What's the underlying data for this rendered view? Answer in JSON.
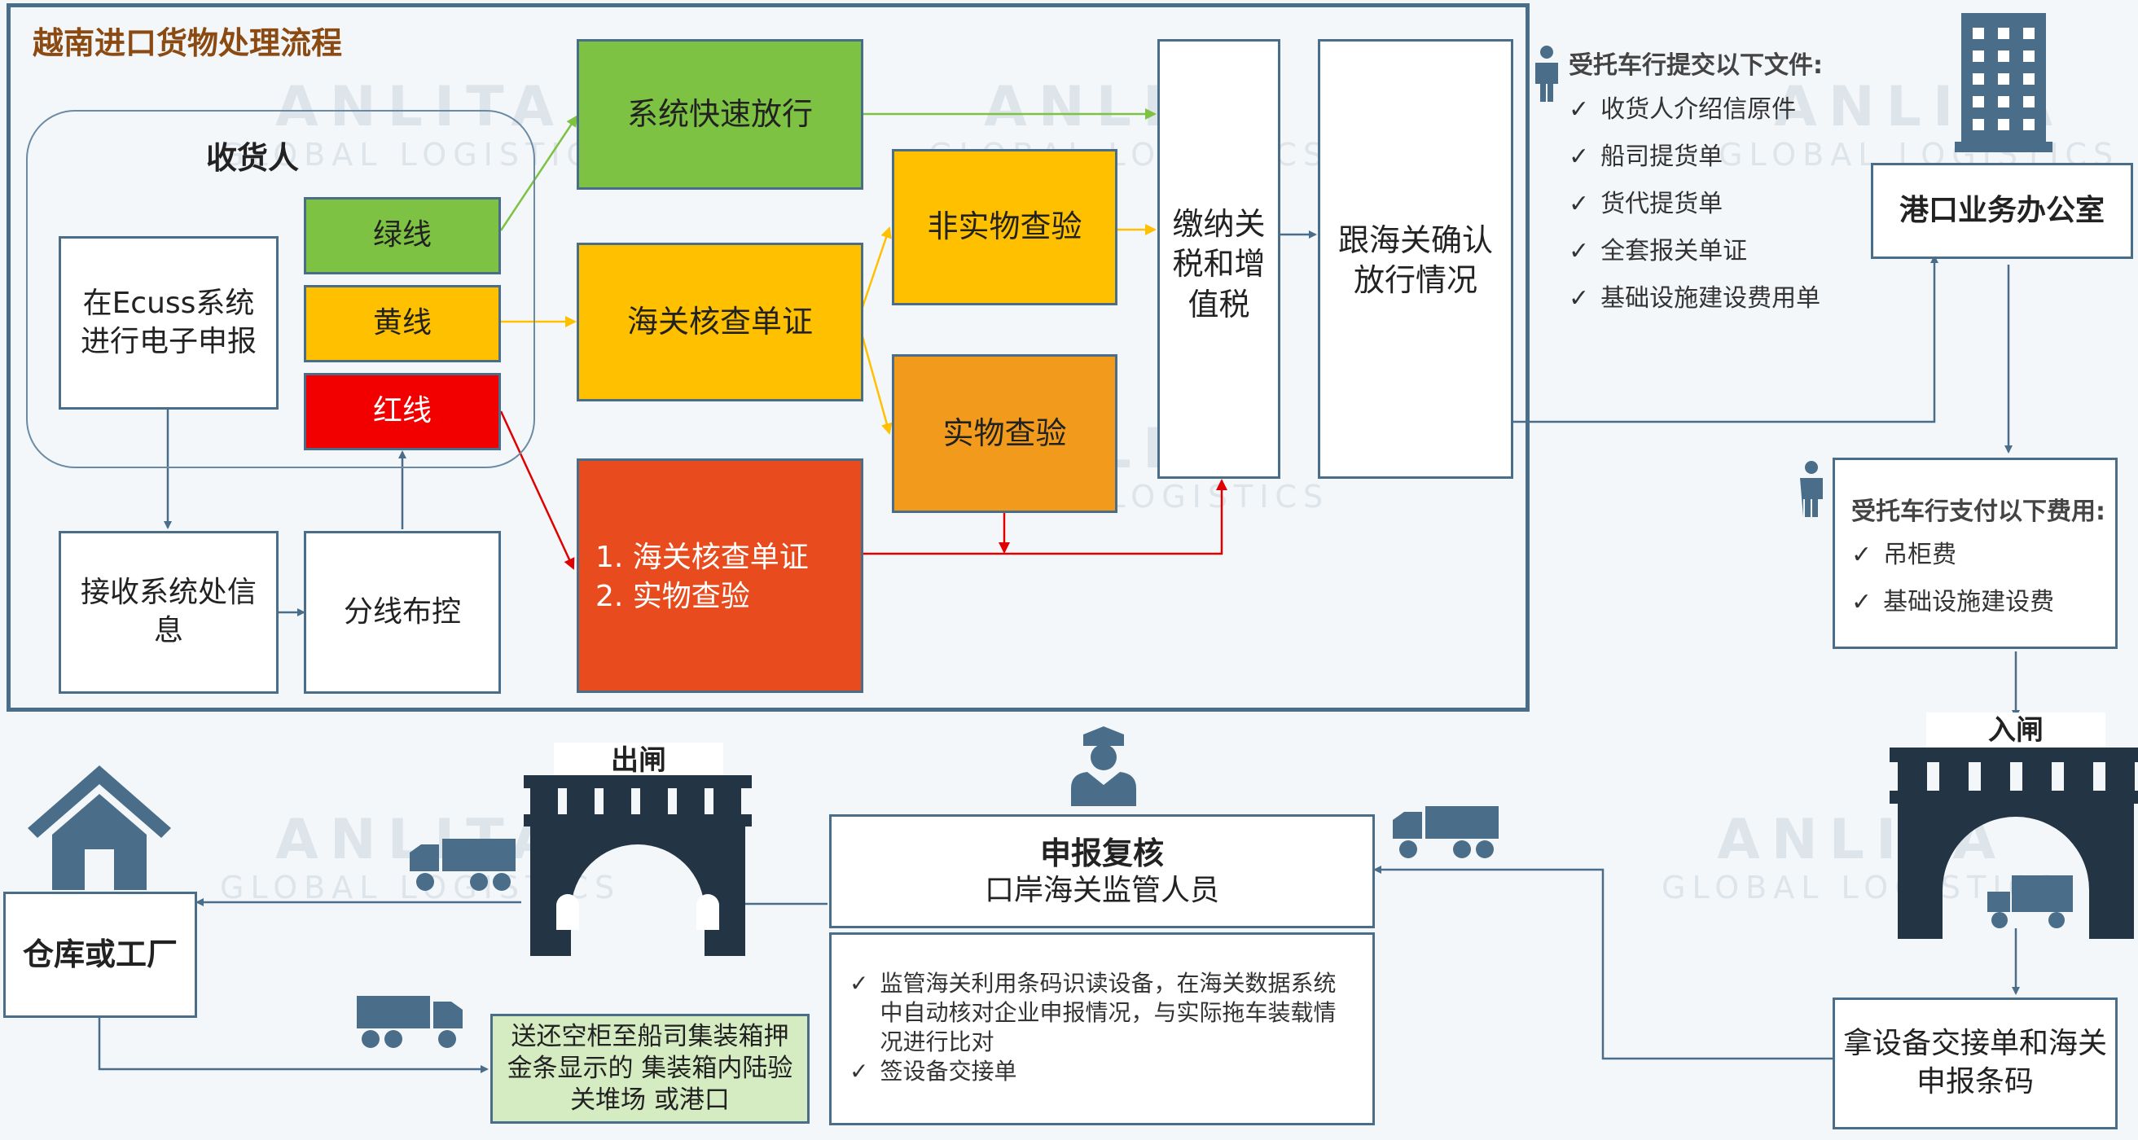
{
  "title": "越南进口货物处理流程",
  "watermark": {
    "brand": "ANLITA",
    "sub": "GLOBAL LOGISTICS"
  },
  "colors": {
    "frame": "#4a6e89",
    "green": "#7dc242",
    "yellow": "#ffc000",
    "orange": "#f29a1c",
    "red": "#f20000",
    "red_box": "#e84c1e",
    "light_green": "#d5ebc1",
    "arrow_green": "#7dc242",
    "arrow_yellow": "#ffc000",
    "arrow_red": "#e00000",
    "arrow_blue": "#4a6e89"
  },
  "consignee": {
    "label": "收货人",
    "ecuss": "在Ecuss系统进行电子申报",
    "green_line": "绿线",
    "yellow_line": "黄线",
    "red_line": "红线"
  },
  "receive_info": "接收系统处信息",
  "routing": "分线布控",
  "fast_release": "系统快速放行",
  "doc_check": "海关核查单证",
  "non_physical": "非实物查验",
  "physical": "实物查验",
  "red_box": {
    "item1": "1. 海关核查单证",
    "item2": "2. 实物查验"
  },
  "pay_tax": "缴纳关税和增值税",
  "confirm_release": "跟海关确认放行情况",
  "docs_submit": {
    "heading": "受托车行提交以下文件:",
    "items": [
      "收货人介绍信原件",
      "船司提货单",
      "货代提货单",
      "全套报关单证",
      "基础设施建设费用单"
    ]
  },
  "port_office": "港口业务办公室",
  "fees": {
    "heading": "受托车行支付以下费用:",
    "items": [
      "吊柜费",
      "基础设施建设费"
    ]
  },
  "gate_in": "入闸",
  "gate_out": "出闸",
  "equipment": "拿设备交接单和海关申报条码",
  "review": {
    "title": "申报复核",
    "subtitle": "口岸海关监管人员"
  },
  "review_notes": [
    "监管海关利用条码识读设备，在海关数据系统中自动核对企业申报情况，与实际拖车装载情况进行比对",
    "签设备交接单"
  ],
  "warehouse": "仓库或工厂",
  "return_box": "送还空柜至船司集装箱押金条显示的 集装箱内陆验关堆场 或港口",
  "icons": [
    "person-icon",
    "building-icon",
    "officer-icon",
    "truck-icon",
    "gate-icon",
    "house-icon",
    "check-icon"
  ]
}
